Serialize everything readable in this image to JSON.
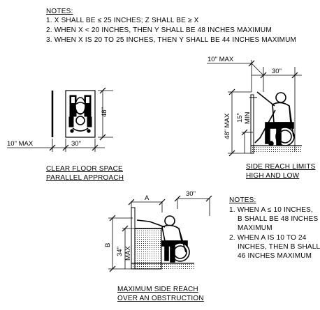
{
  "notes_top": {
    "heading": "NOTES:",
    "items": [
      "1. X SHALL BE ≤  25 INCHES; Z SHALL BE ≥ X",
      "2. WHEN X < 20 INCHES, THEN Y SHALL BE 48 INCHES MAXIMUM",
      "3. WHEN X IS 20 TO 25 INCHES, THEN Y SHALL BE 44 INCHES MAXIMUM"
    ]
  },
  "parallel": {
    "dim_height": "48\"",
    "dim_max": "10\" MAX",
    "dim_width": "30\"",
    "caption_line1": "CLEAR FLOOR SPACE",
    "caption_line2": "PARALLEL APPROACH"
  },
  "side_reach": {
    "dim_max": "10\" MAX",
    "dim_width": "30\"",
    "dim_high": "48\" MAX",
    "dim_low_value": "15\"",
    "dim_low_label": "MIN",
    "caption_line1": "SIDE REACH LIMITS",
    "caption_line2": "HIGH AND LOW"
  },
  "obstruction": {
    "dim_a": "A",
    "dim_width": "30\"",
    "dim_b": "B",
    "dim_34_value": "34\"",
    "dim_34_label": "MAX",
    "caption_line1": "MAXIMUM SIDE REACH",
    "caption_line2": "OVER AN OBSTRUCTION"
  },
  "notes_bottom": {
    "heading": "NOTES:",
    "items": [
      "1. WHEN A ≤ 10 INCHES,",
      "B SHALL BE 48 INCHES",
      "MAXIMUM",
      "2. WHEN A IS 10 TO 24",
      "INCHES, THEN B SHALL",
      "46 INCHES MAXIMUM"
    ]
  }
}
